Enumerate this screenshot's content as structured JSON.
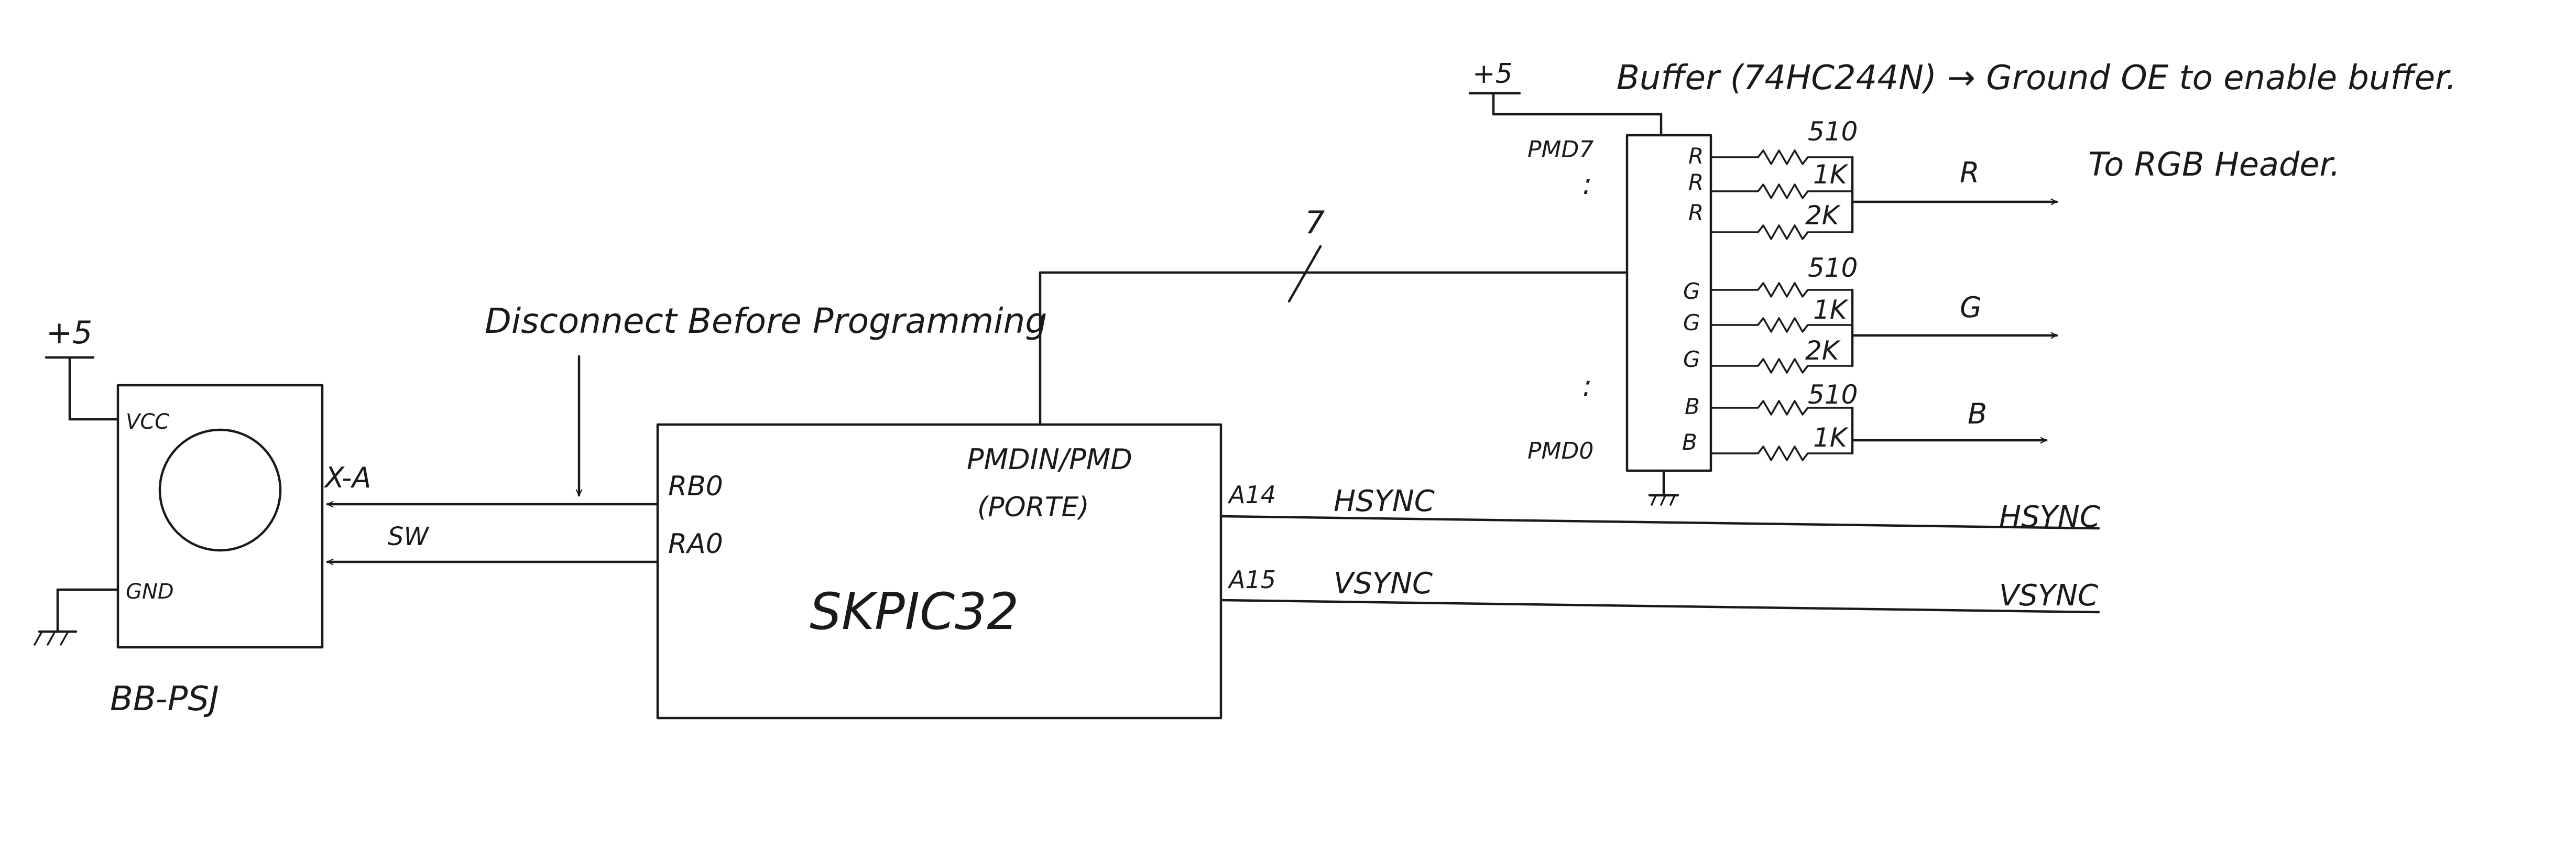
{
  "colors": {
    "ink": "#1a1a1a",
    "paper": "#ffffff"
  },
  "power": {
    "vcc": "+5"
  },
  "joystick": {
    "name": "BB-PSJ",
    "pins": {
      "vcc": "VCC",
      "gnd": "GND"
    },
    "signals": {
      "xa": "X-A",
      "sw": "SW"
    }
  },
  "note": "Disconnect Before Programming",
  "mcu": {
    "name": "SKPIC32",
    "pins": {
      "rb0": "RB0",
      "ra0": "RA0",
      "a14": "A14",
      "a15": "A15"
    },
    "bus": {
      "label": "PMDIN/PMD",
      "port": "(PORTE)",
      "width": "7"
    }
  },
  "sync": {
    "hsync": "HSYNC",
    "vsync": "VSYNC"
  },
  "buffer": {
    "description": "Buffer (74HC244N) → Ground OE to enable buffer.",
    "header_note": "To RGB Header.",
    "top_pin": "PMD7",
    "bottom_pin": "PMD0",
    "dots": ":"
  },
  "rgb": {
    "channels": {
      "red": {
        "pins": [
          "R",
          "R",
          "R"
        ],
        "resistors": [
          "510",
          "1K",
          "2K"
        ],
        "out": "R"
      },
      "green": {
        "pins": [
          "G",
          "G",
          "G"
        ],
        "resistors": [
          "510",
          "1K",
          "2K"
        ],
        "out": "G"
      },
      "blue": {
        "pins": [
          "B",
          "B"
        ],
        "resistors": [
          "510",
          "1K"
        ],
        "out": "B"
      }
    }
  }
}
